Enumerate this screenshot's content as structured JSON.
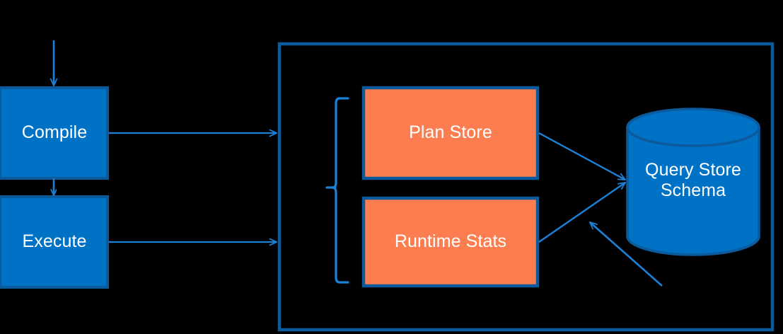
{
  "diagram": {
    "title": "Query Store architecture flow",
    "background_color": "#000000",
    "colors": {
      "blue_fill": "#0072C6",
      "blue_stroke": "#0A5A9C",
      "orange_fill": "#FC7E50",
      "connector_blue": "#1B81D6",
      "text_white": "#FFFFFF"
    },
    "nodes": {
      "compile": {
        "label": "Compile",
        "shape": "rectangle",
        "fill": "#0072C6"
      },
      "execute": {
        "label": "Execute",
        "shape": "rectangle",
        "fill": "#0072C6"
      },
      "plan_store": {
        "label": "Plan Store",
        "shape": "rectangle",
        "fill": "#FC7E50"
      },
      "runtime_stats": {
        "label": "Runtime Stats",
        "shape": "rectangle",
        "fill": "#FC7E50"
      },
      "query_store_schema": {
        "label": "Query Store\nSchema",
        "line1": "Query Store",
        "line2": "Schema",
        "shape": "cylinder",
        "fill": "#0072C6"
      }
    },
    "container": {
      "name": "query-store-boundary",
      "shape": "rectangle-outline",
      "stroke": "#0A5A9C"
    },
    "bracket": {
      "name": "grouping-brace",
      "shape": "left-curly-brace",
      "stroke": "#1B81D6"
    },
    "connectors": [
      {
        "name": "input-to-compile",
        "from": "input",
        "to": "compile",
        "direction": "down",
        "arrowhead": true
      },
      {
        "name": "compile-to-execute",
        "from": "compile",
        "to": "execute",
        "direction": "down",
        "arrowhead": true
      },
      {
        "name": "compile-to-boundary",
        "from": "compile",
        "to": "query-store-boundary",
        "direction": "right",
        "arrowhead": true
      },
      {
        "name": "execute-to-boundary",
        "from": "execute",
        "to": "query-store-boundary",
        "direction": "right",
        "arrowhead": true
      },
      {
        "name": "plan-store-to-schema",
        "from": "plan_store",
        "to": "query_store_schema",
        "direction": "right-down",
        "arrowhead": true
      },
      {
        "name": "runtime-stats-to-schema",
        "from": "runtime_stats",
        "to": "query_store_schema",
        "direction": "right-up",
        "arrowhead": true
      },
      {
        "name": "external-to-schema",
        "from": "external",
        "to": "query_store_schema",
        "direction": "up-left",
        "arrowhead": true
      }
    ]
  }
}
